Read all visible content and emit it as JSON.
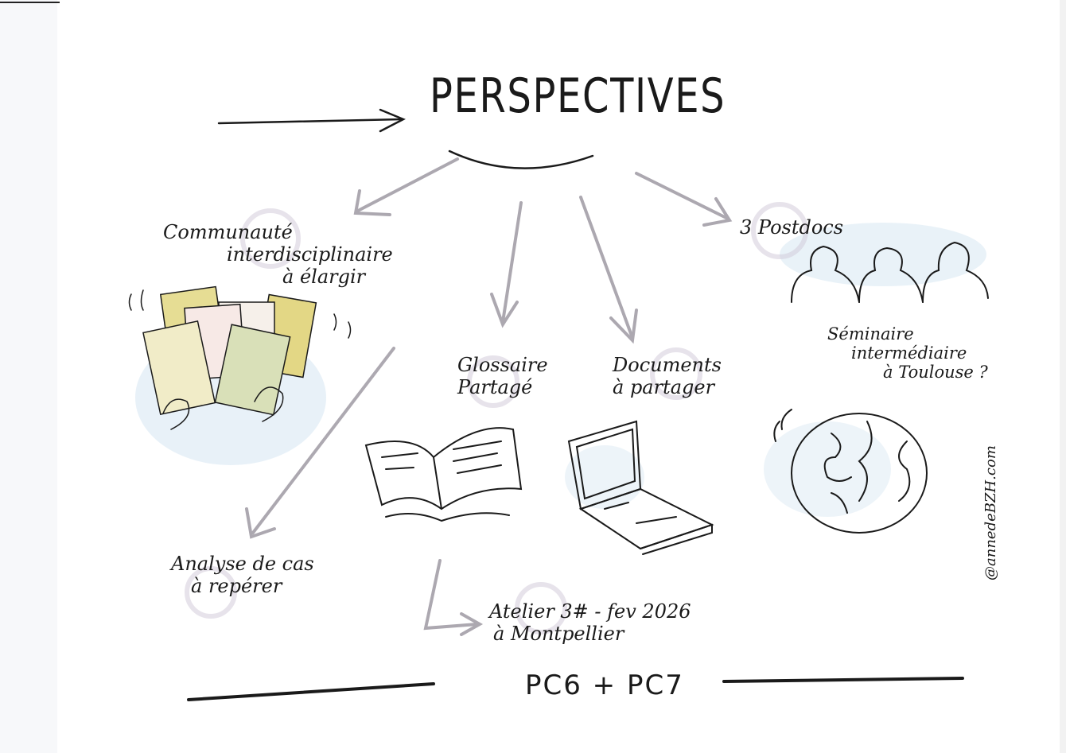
{
  "title": "PERSPECTIVES",
  "nodes": {
    "communaute": [
      "Communauté",
      "interdisciplinaire",
      "à élargir"
    ],
    "glossaire": [
      "Glossaire",
      "Partagé"
    ],
    "documents": [
      "Documents",
      "à partager"
    ],
    "postdocs": "3 Postdocs",
    "seminaire": [
      "Séminaire",
      "intermédiaire",
      "à Toulouse ?"
    ],
    "analyse": [
      "Analyse de cas",
      "à repérer"
    ],
    "atelier": [
      "Atelier 3# - fev 2026",
      "à Montpellier"
    ]
  },
  "footer": "PC6 + PC7",
  "signature": "@annedeBZH.com"
}
